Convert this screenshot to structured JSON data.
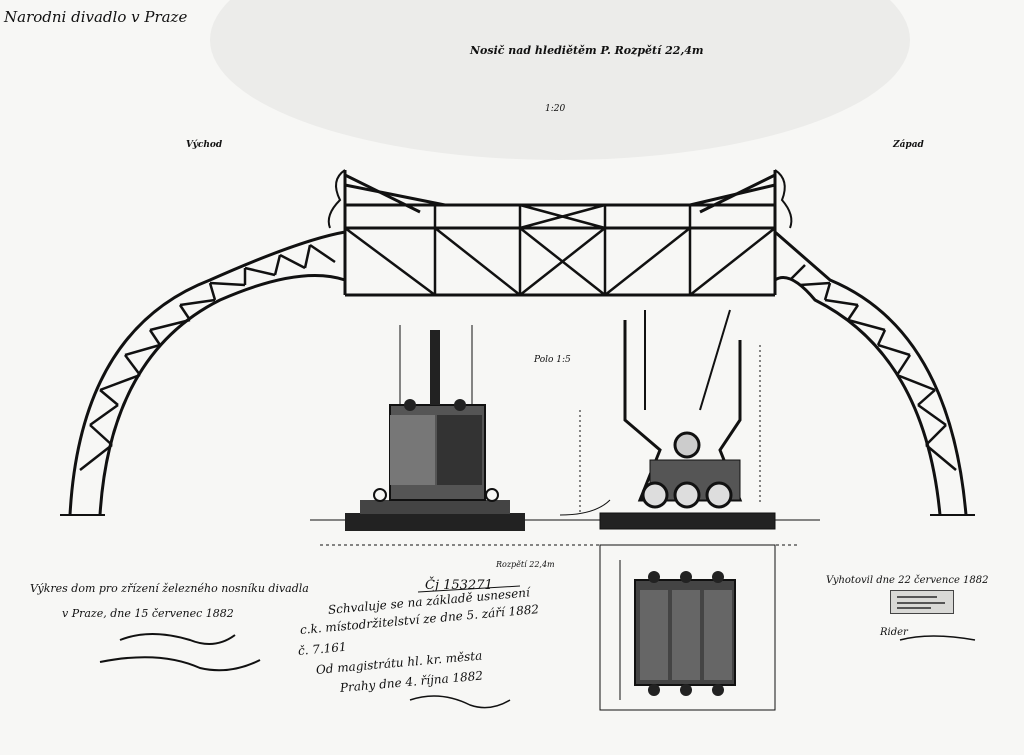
{
  "sheet": {
    "header": "Narodni divadlo v Praze",
    "title": "Nosič nad hlediětěm P. Rozpětí 22,4m",
    "scale_top": "1:20",
    "east_label": "Východ",
    "west_label": "Západ",
    "detail_scale": "Polo 1:5",
    "span_label": "Rozpětí 22,4m",
    "legend_line1": "Výkres dom pro zřízení železného nosníku divadla",
    "legend_line2": "v Praze, dne 15 červenec 1882",
    "cislo": "Čj 153271",
    "approval": [
      "Schvaluje se na základě usnesení",
      "c.k. místodržitelství ze dne 5. září 1882",
      "č. 7.161",
      "Od magistrátu hl. kr. města",
      "Prahy dne 4. října 1882"
    ],
    "right_note": "Vyhotovil dne 22 července 1882",
    "right_sig": "Rider"
  },
  "colors": {
    "ink": "#111111",
    "paper": "#f7f7f5"
  }
}
